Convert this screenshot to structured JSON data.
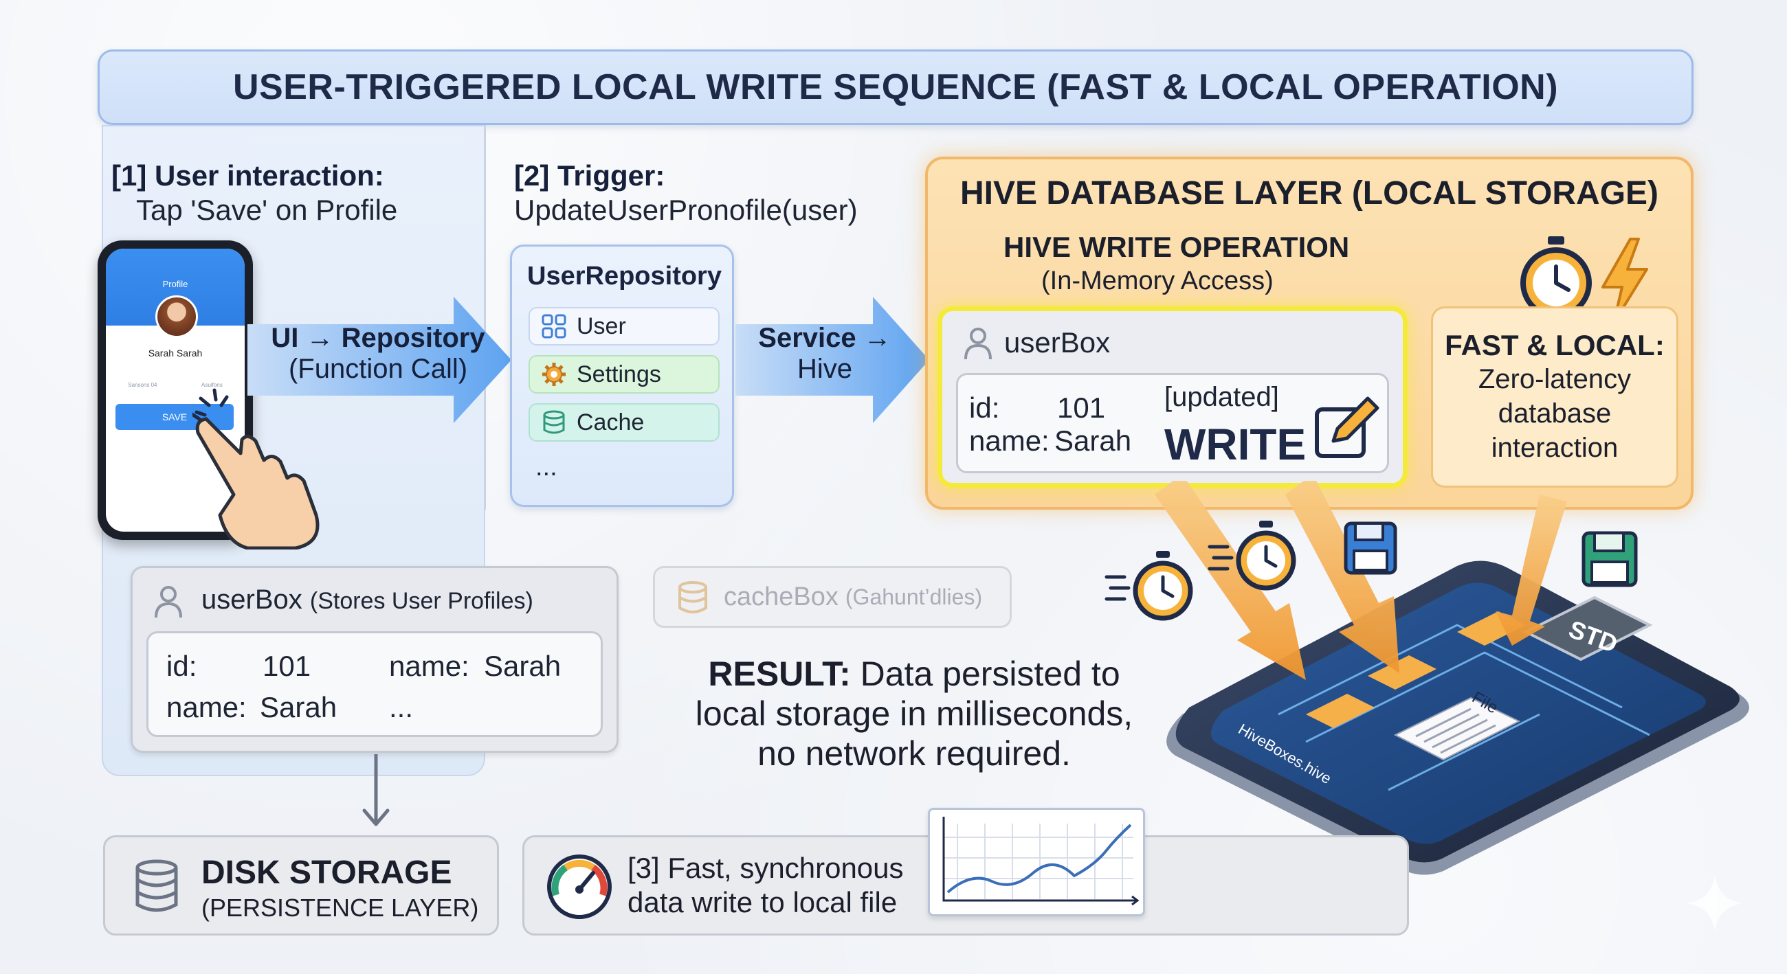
{
  "title": "USER-TRIGGERED LOCAL WRITE SEQUENCE (FAST & LOCAL OPERATION)",
  "step1": {
    "heading": "[1] User interaction:",
    "sub": "Tap 'Save' on Profile"
  },
  "step2": {
    "heading": "[2] Trigger:",
    "sub": "UpdateUserPronofile(user)"
  },
  "phone": {
    "header": "Profile",
    "name": "Sarah Sarah",
    "stat_left": "Sansons 04",
    "stat_right": "Asuifons",
    "save": "SAVE"
  },
  "arrow1": {
    "bold": "UI → Repository",
    "sub": "(Function Call)"
  },
  "arrow2": {
    "bold": "Service →",
    "sub": "Hive"
  },
  "repository": {
    "title": "UserRepository",
    "items": [
      {
        "label": "User",
        "icon": "grid-icon"
      },
      {
        "label": "Settings",
        "icon": "gear-icon"
      },
      {
        "label": "Cache",
        "icon": "database-icon"
      }
    ],
    "more": "..."
  },
  "hive": {
    "title": "HIVE DATABASE LAYER (LOCAL STORAGE)",
    "op_title": "HIVE WRITE OPERATION",
    "op_sub": "(In-Memory Access)",
    "userbox": {
      "title": "userBox",
      "id_label": "id:",
      "id_value": "101",
      "name_label": "name:",
      "name_value": "Sarah",
      "updated": "[updated]",
      "write": "WRITE"
    },
    "fast": {
      "heading": "FAST & LOCAL:",
      "line1": "Zero-latency",
      "line2": "database",
      "line3": "interaction"
    }
  },
  "userbox_low": {
    "title": "userBox",
    "title_note": "(Stores User Profiles)",
    "id_label": "id:",
    "id_value": "101",
    "name_label_right": "name:",
    "name_value_right": "Sarah",
    "name_label": "name:",
    "name_value": "Sarah",
    "more": "..."
  },
  "cachebox": {
    "title": "cacheBox",
    "note": "(Gahunt’dlies)"
  },
  "result": {
    "bold": "RESULT:",
    "text1": " Data persisted to",
    "text2": "local storage in milliseconds,",
    "text3": "no network required."
  },
  "disk": {
    "heading": "DISK STORAGE",
    "sub": "(PERSISTENCE LAYER)"
  },
  "sync": {
    "line1": "[3] Fast, synchronous",
    "line2": "data write to local file"
  },
  "device": {
    "file_label": "File",
    "filename": "HiveBoxes.hive",
    "chip": "STD"
  },
  "colors": {
    "hive_bg": "#fbd59a",
    "highlight": "#f5ea3a",
    "arrow_blue": "#5ea3f0",
    "arrow_orange": "#f2a24a"
  }
}
